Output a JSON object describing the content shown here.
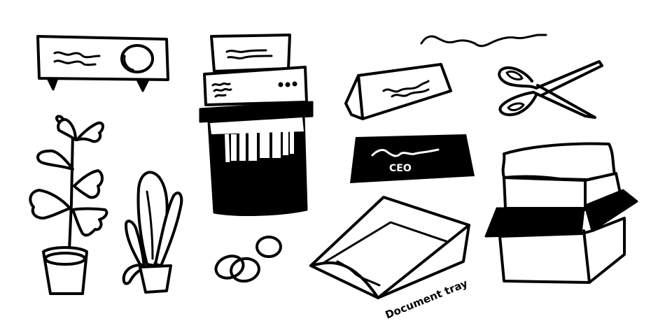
{
  "illustration": {
    "style": "hand-drawn black ink line art on white",
    "background": "#ffffff",
    "ink": "#000000",
    "objects": [
      {
        "name": "projector",
        "label": ""
      },
      {
        "name": "paper-shredder",
        "label": ""
      },
      {
        "name": "desk-name-plate",
        "label": ""
      },
      {
        "name": "ceo-name-plate",
        "label": "CEO"
      },
      {
        "name": "scissors",
        "label": ""
      },
      {
        "name": "wavy-string",
        "label": ""
      },
      {
        "name": "potted-plant-tall",
        "label": ""
      },
      {
        "name": "potted-plant-small",
        "label": ""
      },
      {
        "name": "rubber-bands",
        "label": ""
      },
      {
        "name": "document-tray",
        "label": "Document tray"
      },
      {
        "name": "open-paper-box",
        "label": ""
      }
    ]
  },
  "labels": {
    "ceo": "CEO",
    "document_tray": "Document tray"
  }
}
